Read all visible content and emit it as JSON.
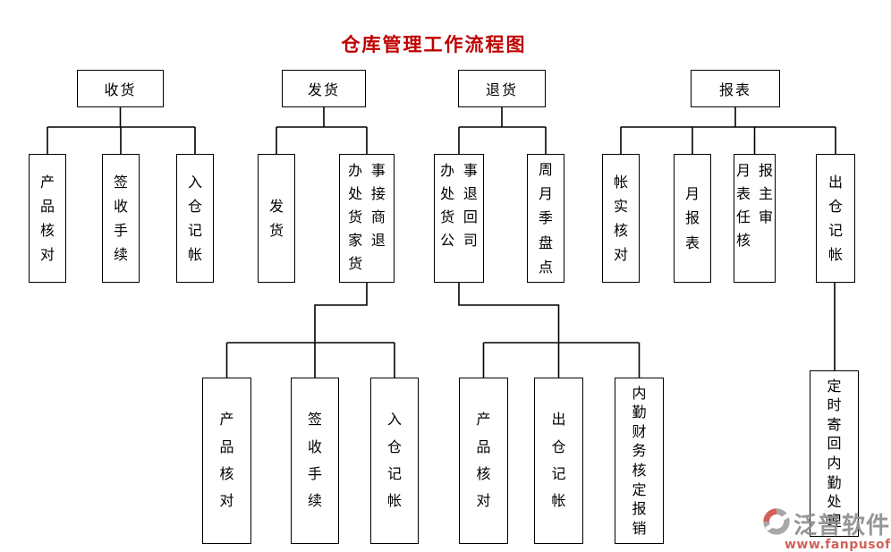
{
  "title": "仓库管理工作流程图",
  "colors": {
    "title": "#c00000",
    "line": "#000000",
    "background": "#ffffff",
    "watermark_gray": "#8f8f8f",
    "watermark_red": "#cf574d"
  },
  "nodes": {
    "receiving": "收货",
    "shipping": "发货",
    "returns": "退货",
    "reports": "报表",
    "recv_product_check": "产品核对",
    "recv_sign_procedure": "签收手续",
    "recv_warehouse_in": "入仓　记帐",
    "ship_dispatch": "发　货",
    "ship_office_col1": "办处货家货",
    "ship_office_col2": "事接商退",
    "ret_office_col1": "办处货公",
    "ret_office_col2": "事退回司",
    "ret_inventory": "周月季盘点",
    "rep_account_check": "帐实核对",
    "rep_monthly": "月报表",
    "rep_review_col1": "月表任核",
    "rep_review_col2": "报主审",
    "rep_warehouse_out": "出仓　记帐",
    "ship_product_check": "产品核对",
    "ship_sign_procedure": "签收手续",
    "ship_warehouse_in": "入仓　记帐",
    "ret_product_check": "产品核对",
    "ret_warehouse_out": "出仓　记帐",
    "ret_finance": "内勤财务核定报销",
    "rep_mail_back": "定时寄回内勤处理"
  },
  "watermark": {
    "brand": "泛普软件",
    "url": "www.fanpusoft.com"
  }
}
